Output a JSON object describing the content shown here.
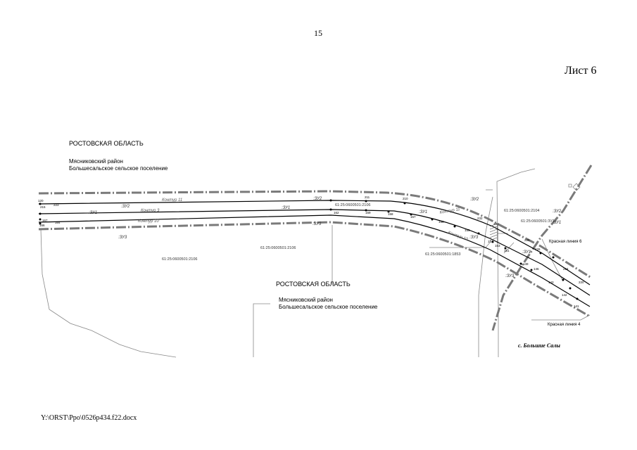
{
  "page_number": "15",
  "sheet_label": "Лист 6",
  "file_path": "Y:\\ORST\\Ppo\\0526p434.f22.docx",
  "map": {
    "region_top": "РОСТОВСКАЯ ОБЛАСТЬ",
    "district_top": "Мясниковский район",
    "settlement_top": "Большесальское сельское поселение",
    "region_mid": "РОСТОВСКАЯ ОБЛАСТЬ",
    "district_mid": "Мясниковский район",
    "settlement_mid": "Большесальское сельское поселение",
    "village": "с. Большие Салы",
    "red_line_6": "Красная линия 6",
    "red_line_4": "Красная линия 4",
    "contours": {
      "k11": "Контур 11",
      "k3": "Контур 3",
      "k10": "Контур 10",
      "k11b": "Контур 11",
      "k10b": "Контур 10"
    },
    "zu": {
      "zu2_a": ":ЗУ2",
      "zu1_a": ":ЗУ1",
      "zu2_b": ":ЗУ2",
      "zu1_b": ":ЗУ1",
      "zu3_a": ":ЗУ3",
      "zu3_b": ":ЗУ3",
      "zu1_c": ":ЗУ1",
      "zu2_c": ":ЗУ2",
      "zu1_d": ":ЗУ1",
      "zu3_c": ":ЗУ3",
      "zu3_d": ":ЗУ3",
      "zu1_e": ":ЗУ1",
      "zu2_d": ":ЗУ2"
    },
    "cadastral": {
      "c1": "61:25:0600501:2106",
      "c2": "61:25:0600501:2106",
      "c3": "61:25:0600501:2106",
      "c4": "61:25:0600501:2104",
      "c5": "61:25:0600501:ЗУ1",
      "c6": "61:25:0600501:1853"
    },
    "points": [
      "120",
      "223",
      "215",
      "167",
      "164",
      "166",
      "162",
      "211",
      "210",
      "159",
      "158",
      "157",
      "156",
      "155",
      "154",
      "153",
      "234",
      "232",
      "151",
      "149",
      "146",
      "143",
      "142",
      "141",
      "225",
      "226",
      "224",
      "220"
    ]
  }
}
